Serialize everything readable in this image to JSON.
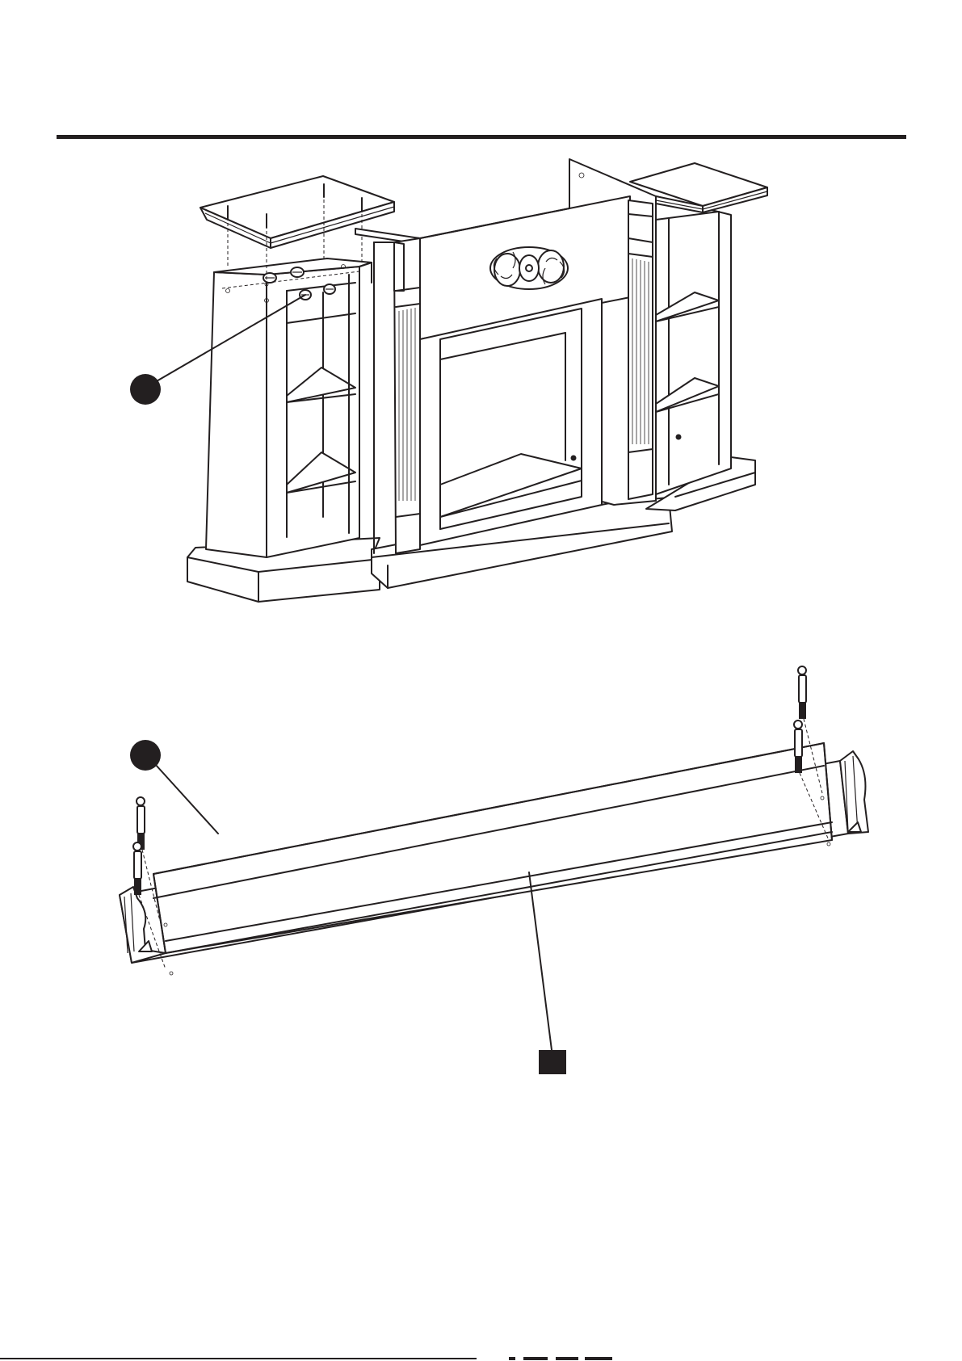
{
  "page": {
    "background": "#ffffff",
    "ink": "#231f20"
  },
  "figure_top": {
    "callout_marker": "circle"
  },
  "figure_bottom": {
    "callout_marker": "circle",
    "part_marker": "square"
  }
}
